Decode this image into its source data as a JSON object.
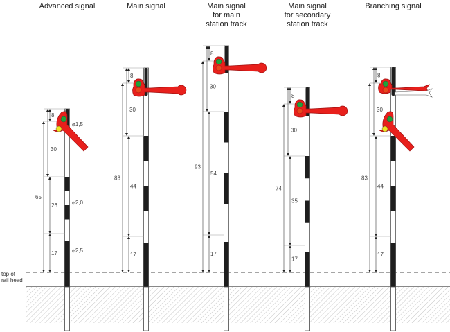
{
  "diagram": {
    "signals": [
      {
        "title_lines": [
          "Advanced signal"
        ],
        "type": "advanced",
        "dimensions": {
          "top_offset": "8",
          "arm_section": "30",
          "middle_section": "26",
          "base_section": "17",
          "total": "65"
        },
        "diameters": [
          "⌀1,5",
          "⌀2,0",
          "⌀2,5"
        ],
        "lamps": [
          "green",
          "yellow"
        ]
      },
      {
        "title_lines": [
          "Main signal"
        ],
        "type": "main",
        "dimensions": {
          "top_offset": "8",
          "arm_section": "30",
          "middle_section": "44",
          "base_section": "17",
          "total": "83"
        },
        "lamps": [
          "green",
          "red"
        ]
      },
      {
        "title_lines": [
          "Main signal",
          "for main",
          "station track"
        ],
        "type": "main",
        "dimensions": {
          "top_offset": "8",
          "arm_section": "30",
          "middle_section": "54",
          "base_section": "17",
          "total": "93"
        },
        "lamps": [
          "green",
          "red"
        ]
      },
      {
        "title_lines": [
          "Main signal",
          "for secondary",
          "station track"
        ],
        "type": "main",
        "dimensions": {
          "top_offset": "8",
          "arm_section": "30",
          "middle_section": "35",
          "base_section": "17",
          "total": "74"
        },
        "lamps": [
          "green",
          "red"
        ]
      },
      {
        "title_lines": [
          "Branching signal"
        ],
        "type": "branching",
        "dimensions": {
          "top_offset": "8",
          "arm_section": "30",
          "middle_section": "44",
          "base_section": "17",
          "total": "83"
        },
        "lamps": [
          "green",
          "red",
          "green",
          "yellow"
        ]
      }
    ],
    "rail_head_label": [
      "top of",
      "rail head"
    ],
    "colors": {
      "arm_red": "#e8201c",
      "arm_outline": "#a01010",
      "lamp_green": "#1fa23a",
      "lamp_red": "#e8471c",
      "lamp_yellow": "#f2e422",
      "pole_black": "#1e1e1e",
      "dim_line": "#555555",
      "ground_hatch": "#bdbdbd"
    }
  }
}
